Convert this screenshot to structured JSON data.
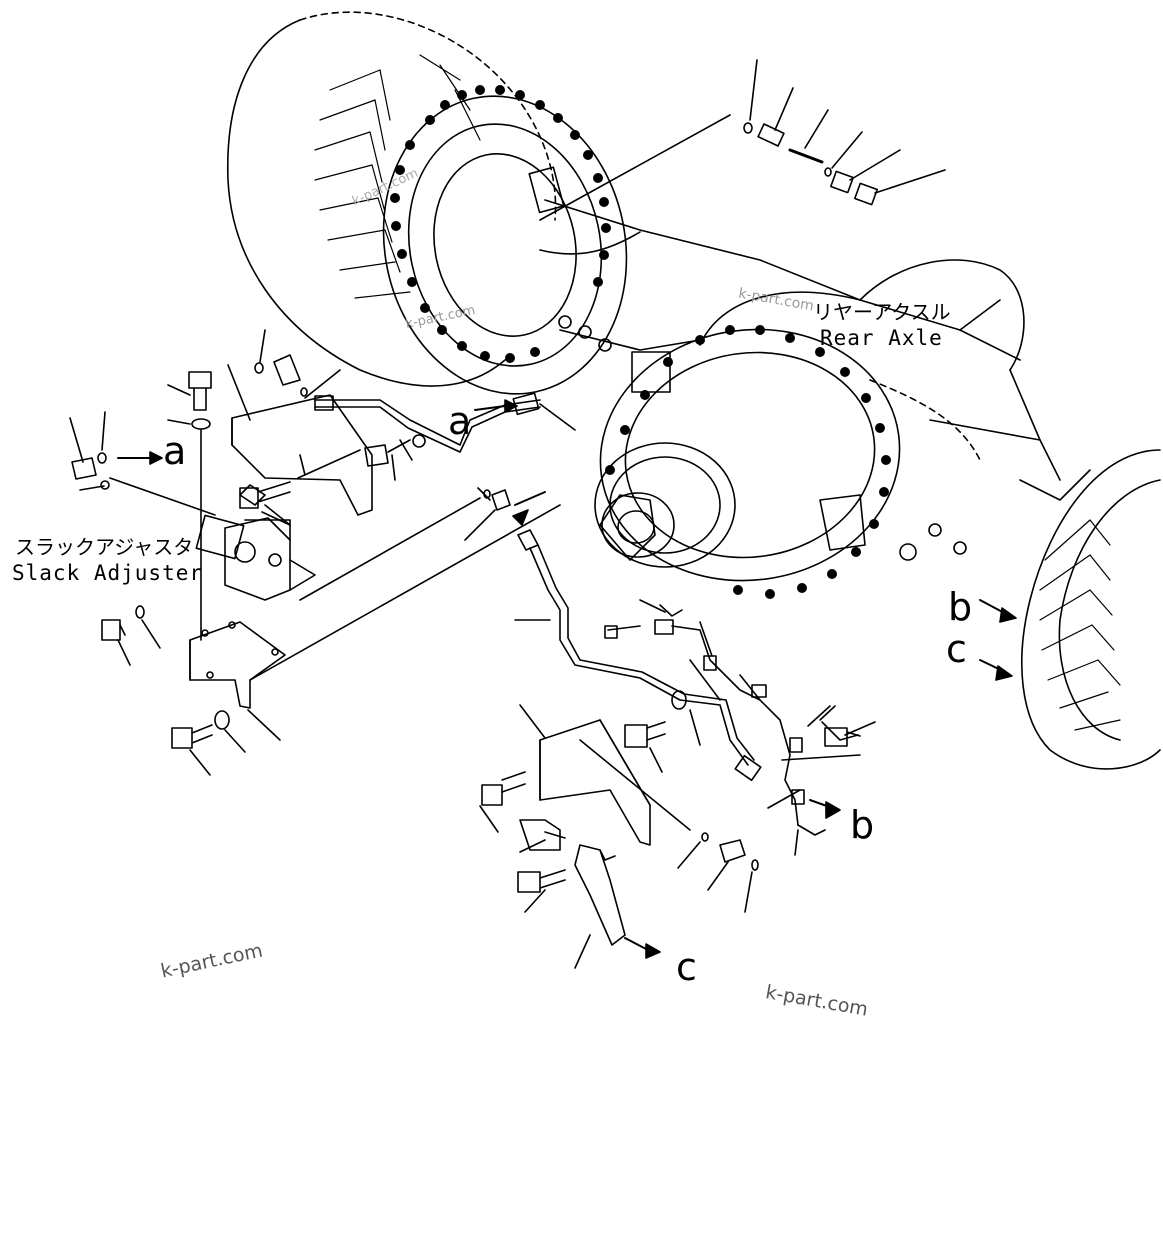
{
  "labels": {
    "rear_axle_jp": "リヤーアクスル",
    "rear_axle_en": "Rear Axle",
    "slack_adjuster_jp": "スラックアジャスタ",
    "slack_adjuster_en": "Slack Adjuster"
  },
  "callouts": {
    "a1": "a",
    "a2": "a",
    "b1": "b",
    "b2": "b",
    "c1": "c",
    "c2": "c"
  },
  "watermarks": {
    "w1": "k-part.com",
    "w2": "k-part.com",
    "w3": "k-part.com",
    "w4": "k-part.com",
    "w5": "k-part.com"
  },
  "colors": {
    "ink": "#000000",
    "paper": "#ffffff",
    "watermark": "#555555"
  }
}
